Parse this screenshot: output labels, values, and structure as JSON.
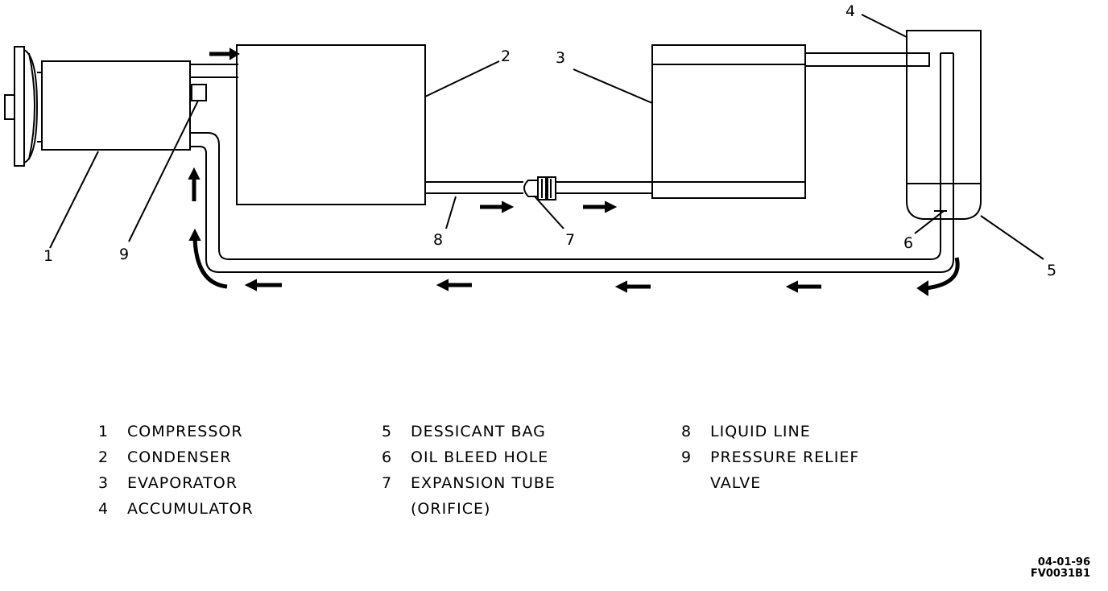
{
  "callouts": [
    "1",
    "2",
    "3",
    "4",
    "5",
    "6",
    "7",
    "8",
    "9"
  ],
  "legend": {
    "col1": [
      {
        "num": "1",
        "label": "COMPRESSOR"
      },
      {
        "num": "2",
        "label": "CONDENSER"
      },
      {
        "num": "3",
        "label": "EVAPORATOR"
      },
      {
        "num": "4",
        "label": "ACCUMULATOR"
      }
    ],
    "col2": [
      {
        "num": "5",
        "label": "DESSICANT BAG"
      },
      {
        "num": "6",
        "label": "OIL BLEED HOLE"
      },
      {
        "num": "7",
        "label": "EXPANSION TUBE",
        "cont": "(ORIFICE)"
      }
    ],
    "col3": [
      {
        "num": "8",
        "label": "LIQUID LINE"
      },
      {
        "num": "9",
        "label": "PRESSURE RELIEF",
        "cont": "VALVE"
      }
    ]
  },
  "figure_code": {
    "date": "04-01-96",
    "id": "FV0031B1"
  },
  "colors": {
    "ink": "#000000",
    "background": "#ffffff"
  }
}
